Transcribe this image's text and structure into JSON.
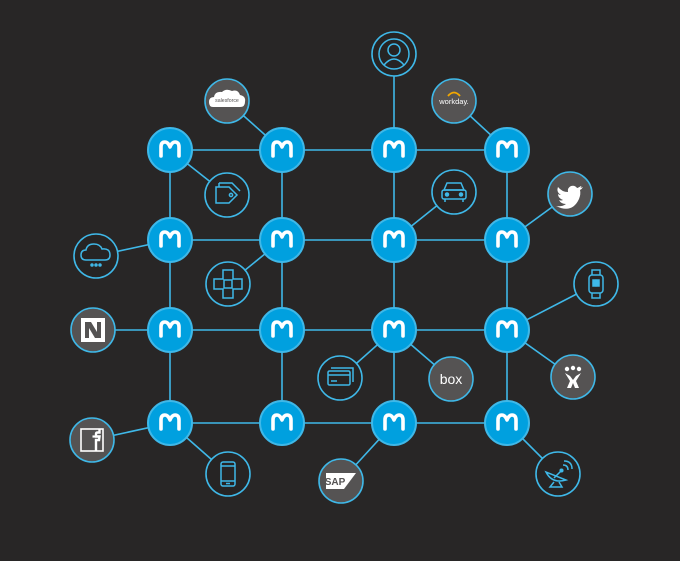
{
  "colors": {
    "background": "#282626",
    "hub_blue": "#00a0df",
    "hub_ring": "#3fb8e8",
    "line_blue": "#3fb8e8",
    "outline_node_fill": "#262424",
    "gray_node_fill": "#555353",
    "icon_white": "#ffffff"
  },
  "hub_icon": "mulesoft-m-logo",
  "endpoints": {
    "salesforce": {
      "label": "salesforce",
      "icon": "cloud-logo"
    },
    "workday": {
      "label": "workday.",
      "icon": "wordmark"
    },
    "box": {
      "label": "box",
      "icon": "wordmark"
    },
    "sap": {
      "label": "SAP",
      "icon": "sap-logo"
    },
    "netsuite": {
      "icon": "netsuite-n-logo"
    },
    "facebook": {
      "icon": "facebook-f-logo"
    },
    "twitter": {
      "icon": "twitter-bird-logo"
    },
    "jira": {
      "icon": "jira-logo"
    },
    "user": {
      "icon": "user-icon"
    },
    "tag": {
      "icon": "tag-icon"
    },
    "cloud": {
      "icon": "cloud-icon"
    },
    "medical": {
      "icon": "medical-cross-icon"
    },
    "car": {
      "icon": "car-icon"
    },
    "smartwatch": {
      "icon": "smartwatch-icon"
    },
    "credit_card": {
      "icon": "credit-card-icon"
    },
    "smartphone": {
      "icon": "smartphone-icon"
    },
    "satellite": {
      "icon": "satellite-dish-icon"
    }
  }
}
